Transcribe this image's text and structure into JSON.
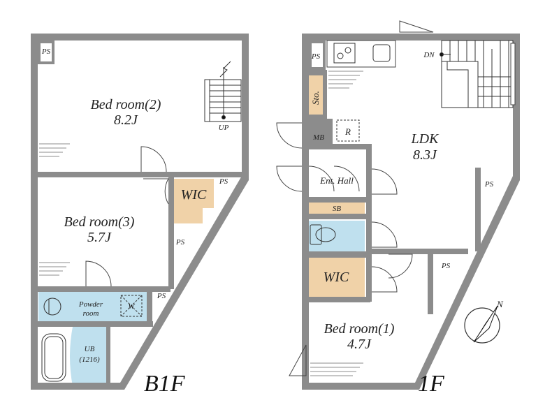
{
  "floors": {
    "b1f": {
      "label": "B1F",
      "rooms": {
        "bedroom2": {
          "name": "Bed room(2)",
          "size": "8.2J"
        },
        "bedroom3": {
          "name": "Bed room(3)",
          "size": "5.7J"
        },
        "wic": "WIC",
        "powder": [
          "Powder",
          "room"
        ],
        "ub": [
          "UB",
          "(1216)"
        ],
        "ps_labels": [
          "PS",
          "PS",
          "PS",
          "PS"
        ],
        "stair": "UP",
        "washer": "W"
      }
    },
    "f1": {
      "label": "1F",
      "rooms": {
        "ldk": {
          "name": "LDK",
          "size": "8.3J"
        },
        "bedroom1": {
          "name": "Bed room(1)",
          "size": "4.7J"
        },
        "wic": "WIC",
        "entrance": "Ent. Hall",
        "sb": "SB",
        "sto": "Sto.",
        "mb": "MB",
        "ref": "R",
        "ps_labels": [
          "PS",
          "PS",
          "PS"
        ],
        "stair": "DN"
      }
    }
  },
  "compass": {
    "label": "N"
  },
  "colors": {
    "wall": "#8c8c8c",
    "wic": "#f0d2a8",
    "wet": "#bfe0ee"
  }
}
